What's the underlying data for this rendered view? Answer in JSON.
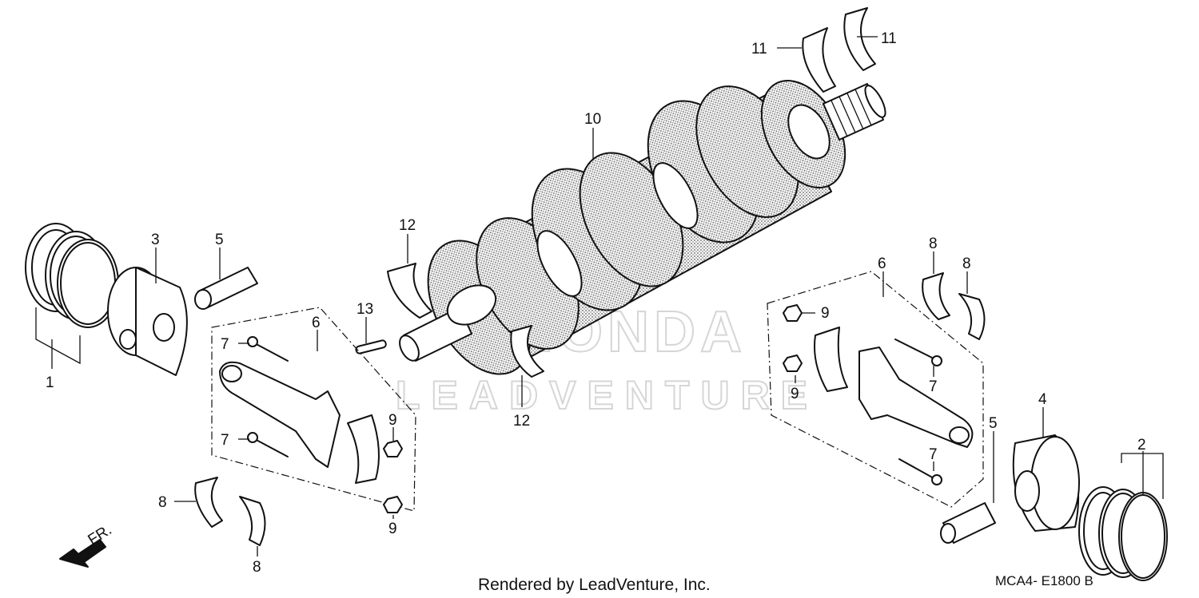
{
  "diagram": {
    "credit": "Rendered by LeadVenture, Inc.",
    "diagram_code": "MCA4- E1800 B",
    "direction_label": "FR.",
    "watermark": {
      "brand": "HONDA",
      "dealer": "LEADVENTURE"
    },
    "callouts": {
      "c1": "1",
      "c2": "2",
      "c3": "3",
      "c4": "4",
      "c5a": "5",
      "c5b": "5",
      "c6a": "6",
      "c6b": "6",
      "c7a": "7",
      "c7b": "7",
      "c7c": "7",
      "c7d": "7",
      "c8a": "8",
      "c8b": "8",
      "c8c": "8",
      "c8d": "8",
      "c9a": "9",
      "c9b": "9",
      "c9c": "9",
      "c9d": "9",
      "c10": "10",
      "c11a": "11",
      "c11b": "11",
      "c12a": "12",
      "c12b": "12",
      "c13": "13"
    }
  }
}
